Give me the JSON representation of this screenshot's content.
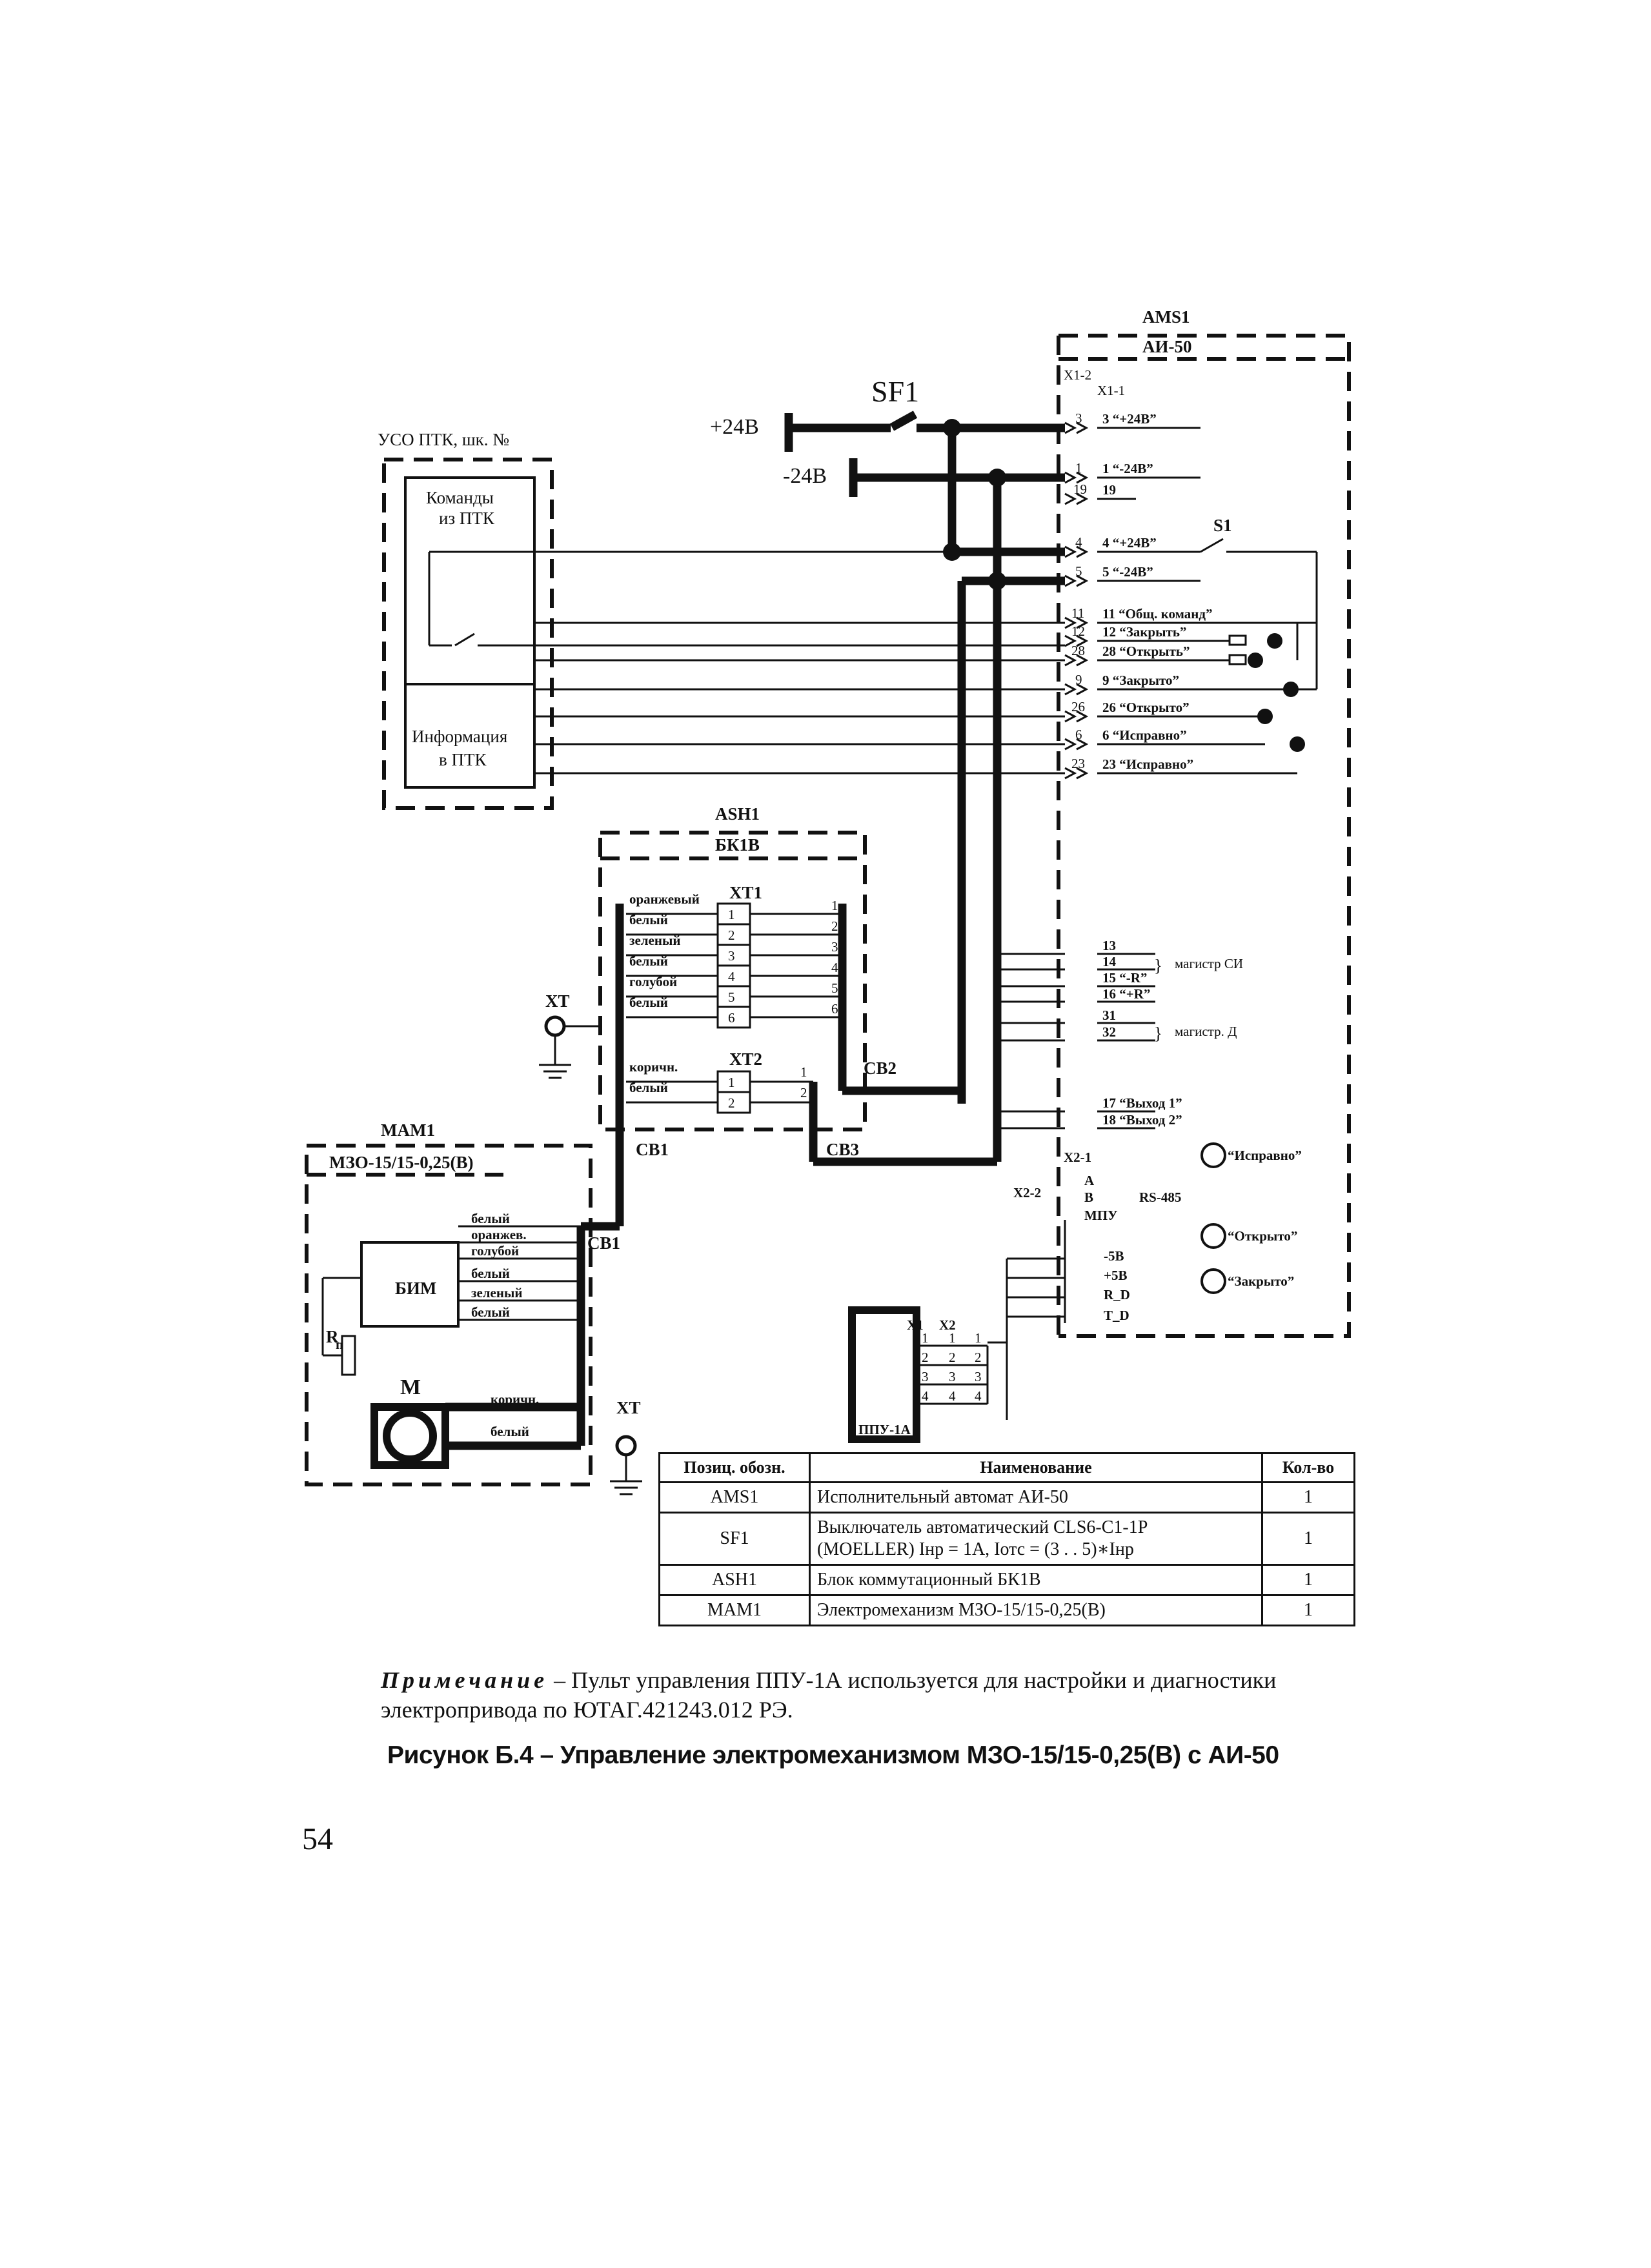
{
  "ams": {
    "id": "AMS1",
    "type": "АИ-50",
    "x12": "X1-2",
    "x11": "X1-1",
    "x21": "X2-1",
    "x22": "X2-2"
  },
  "power": {
    "plus": "+24В",
    "minus": "-24В",
    "sf": "SF1",
    "s1": "S1"
  },
  "uso": {
    "title": "УСО ПТК, шк. №",
    "cmd1": "Команды",
    "cmd2": "из ПТК",
    "info1": "Информация",
    "info2": "в ПТК"
  },
  "ash": {
    "id": "ASH1",
    "type": "БК1В",
    "xt1": "XT1",
    "xt2": "XT2"
  },
  "cables": {
    "cb1": "CB1",
    "cb2": "CB2",
    "cb3": "CB3"
  },
  "ground": "XT",
  "mam": {
    "id": "MAM1",
    "type": "МЗО-15/15-0,25(В)",
    "bim": "БИМ",
    "motor": "М",
    "rp": "R",
    "rp_sub": "п"
  },
  "colors": {
    "c1": "оранжевый",
    "c2": "белый",
    "c3": "зеленый",
    "c4": "белый",
    "c5": "голубой",
    "c6": "белый",
    "c7": "коричн.",
    "c8": "белый"
  },
  "mcolors": {
    "m1": "белый",
    "m2": "оранжев.",
    "m3": "голубой",
    "m4": "белый",
    "m5": "зеленый",
    "m6": "белый",
    "m7": "коричн.",
    "m8": "белый"
  },
  "signals": {
    "s3": "3 “+24В”",
    "s1": "1 “-24В”",
    "s19": "19",
    "s4": "4 “+24В”",
    "s5": "5 “-24В”",
    "s11": "11 “Общ. команд”",
    "s12": "12 “Закрыть”",
    "s28": "28 “Открыть”",
    "s9": "9 “Закрыто”",
    "s26": "26 “Открыто”",
    "s6": "6 “Исправно”",
    "s23": "23 “Исправно”",
    "s13": "13",
    "s14": "14",
    "s15": "15 “-R”",
    "s16": "16 “+R”",
    "s31": "31",
    "s32": "32",
    "s17": "17 “Выход 1”",
    "s18": "18 “Выход 2”",
    "magsi": "магистр СИ",
    "magd": "магистр. Д"
  },
  "x2": {
    "a": "A",
    "b": "B",
    "rs": "RS-485",
    "mpu": "МПУ",
    "m5": "-5В",
    "p5": "+5В",
    "rd": "R_D",
    "td": "T_D"
  },
  "leds": {
    "ok": "“Исправно”",
    "open": "“Открыто”",
    "closed": "“Закрыто”"
  },
  "ppu": {
    "name": "ППУ-1А",
    "x1": "X1",
    "x2": "X2"
  },
  "table": {
    "headers": [
      "Позиц. обозн.",
      "Наименование",
      "Кол-во"
    ],
    "rows": [
      {
        "pos": "AMS1",
        "name": "Исполнительный автомат АИ-50",
        "qty": "1"
      },
      {
        "pos": "SF1",
        "name": "Выключатель автоматический CLS6-C1-1P",
        "name2": "(MOELLER)  Iнр = 1А,   Iотс = (3 . . 5)∗Iнр",
        "qty": "1"
      },
      {
        "pos": "ASH1",
        "name": "Блок коммутационный БК1В",
        "qty": "1"
      },
      {
        "pos": "MAM1",
        "name": "Электромеханизм МЗО-15/15-0,25(В)",
        "qty": "1"
      }
    ]
  },
  "note": {
    "lead": "Примечание",
    "text": " – Пульт управления ППУ-1А используется для настройки и диагностики электропривода по ЮТАГ.421243.012 РЭ."
  },
  "caption": "Рисунок Б.4 – Управление электромеханизмом МЗО-15/15-0,25(В) с АИ-50",
  "page": "54"
}
